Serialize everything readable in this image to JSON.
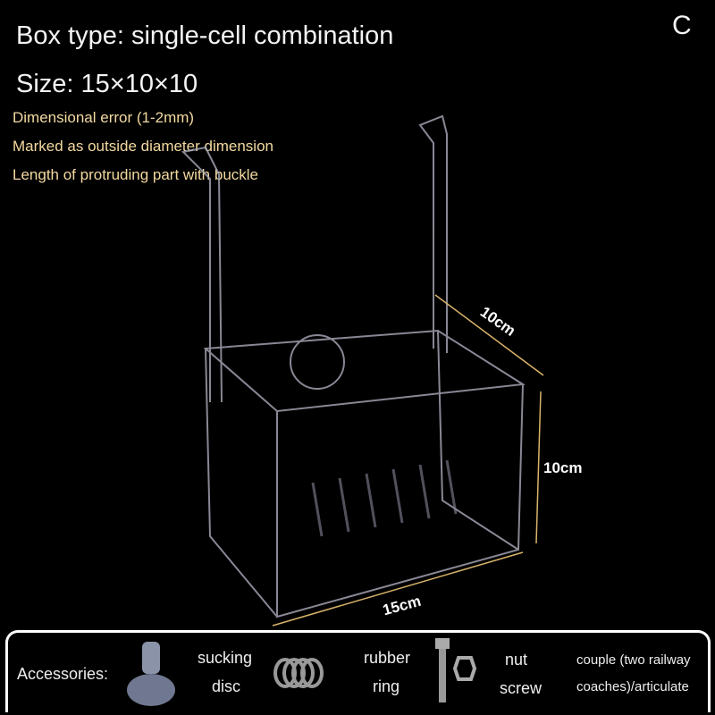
{
  "heading": {
    "box_type": "Box type: single-cell combination",
    "size": "Size: 15×10×10",
    "variant": "C"
  },
  "notes": [
    "Dimensional error (1-2mm)",
    "Marked as outside diameter dimension",
    "Length of protruding part with buckle"
  ],
  "dimensions": {
    "depth": "10cm",
    "height": "10cm",
    "width": "15cm"
  },
  "accessories": {
    "label": "Accessories:",
    "items": [
      {
        "line1": "sucking",
        "line2": "disc",
        "icon": "suction-cup-icon"
      },
      {
        "line1": "rubber",
        "line2": "ring",
        "icon": "rubber-rings-icon"
      },
      {
        "line1": "nut",
        "line2": "screw",
        "icon": "screw-nut-icon"
      },
      {
        "line1": "couple (two railway",
        "line2": "coaches)/articulate"
      }
    ]
  }
}
